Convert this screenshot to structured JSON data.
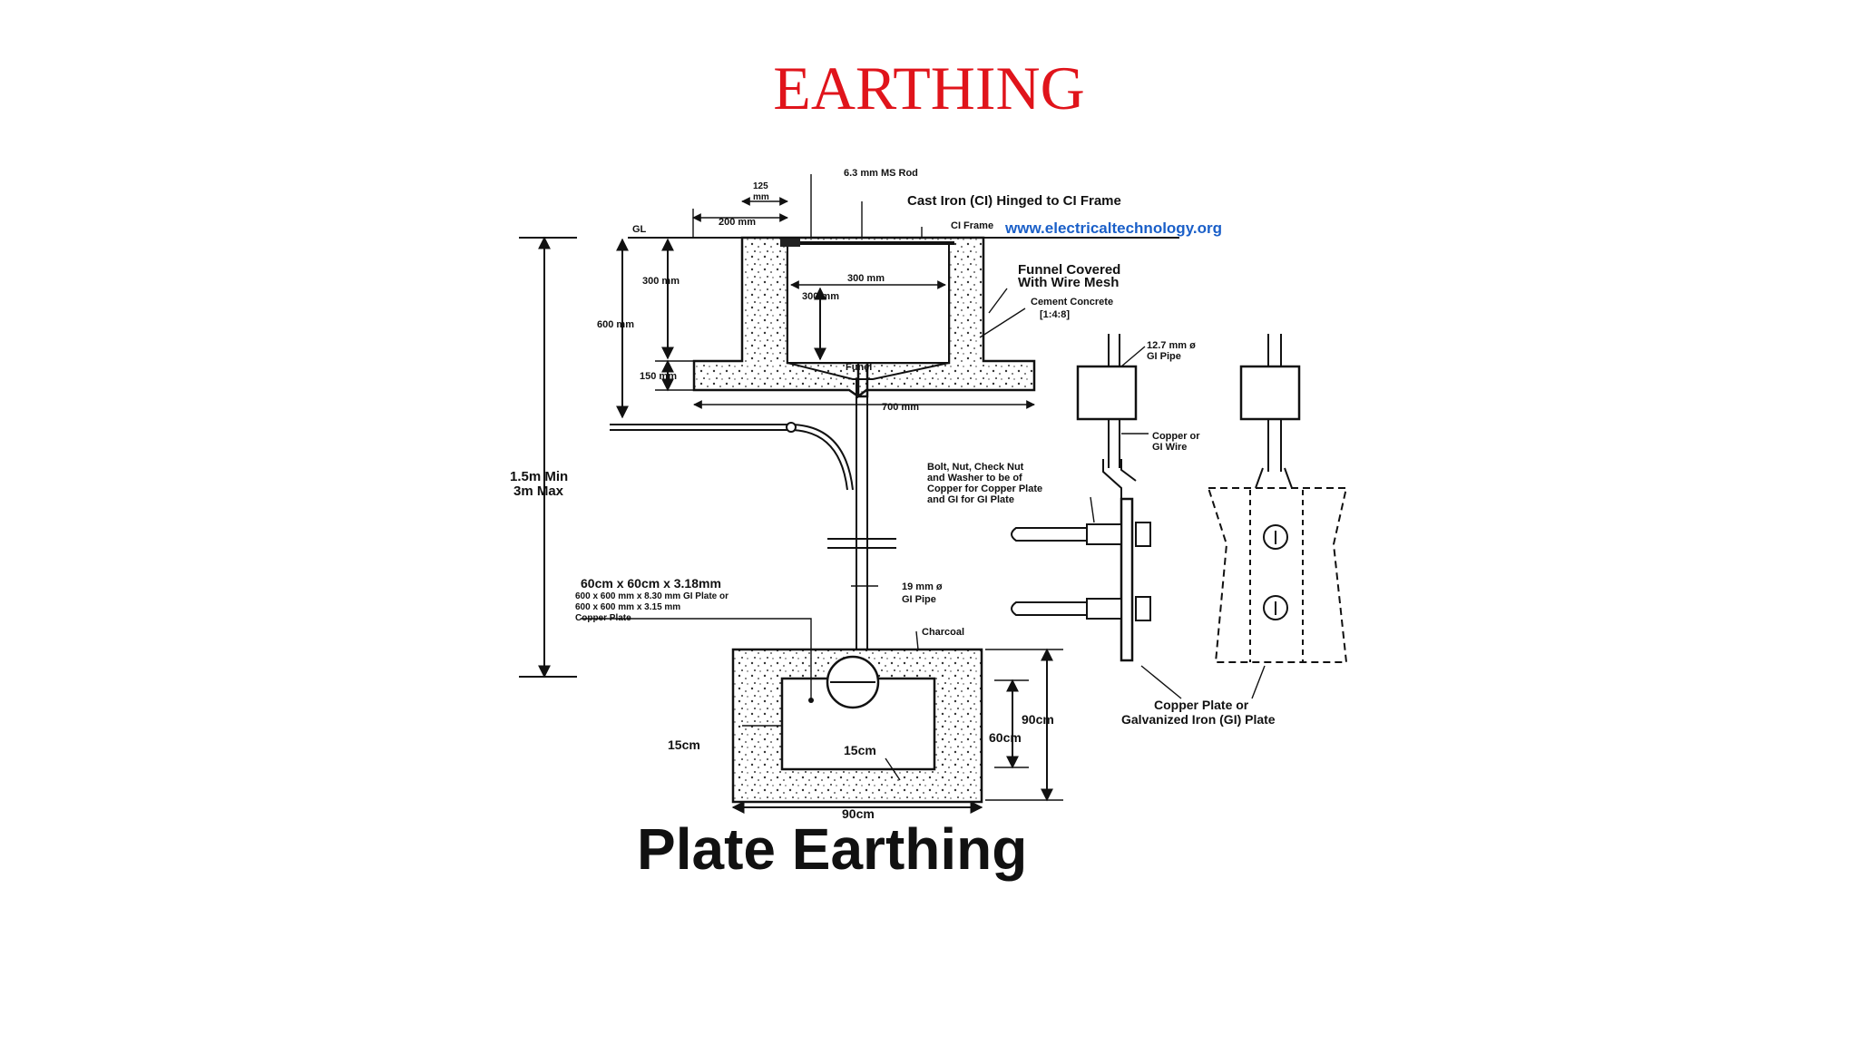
{
  "slide": {
    "title": "EARTHING",
    "title_color": "#e0141b"
  },
  "diagram": {
    "caption": "Plate Earthing",
    "url": "www.electricaltechnology.org",
    "url_color": "#1a5fc8",
    "labels": {
      "ms_rod": "6.3 mm MS Rod",
      "d125": "125",
      "d125_unit": "mm",
      "d200": "200 mm",
      "cast_iron": "Cast Iron (CI) Hinged to CI Frame",
      "ci_frame": "CI Frame",
      "gl": "GL",
      "funnel_cover_1": "Funnel Covered",
      "funnel_cover_2": "With Wire Mesh",
      "cement_1": "Cement Concrete",
      "cement_2": "[1:4:8]",
      "d300_top": "300 mm",
      "d300_inner": "300 mm",
      "d300_left": "300 mm",
      "d600": "600 mm",
      "d150": "150 mm",
      "funel": "Funel",
      "d700": "700 mm",
      "depth_1": "1.5m Min",
      "depth_2": "3m Max",
      "plate_1": "60cm x 60cm x 3.18mm",
      "plate_2": "600 x 600 mm x 8.30 mm GI Plate or",
      "plate_3": "600 x 600 mm x 3.15 mm",
      "plate_4": "Copper Plate",
      "gi_pipe19_1": "19 mm ø",
      "gi_pipe19_2": "GI Pipe",
      "charcoal": "Charcoal",
      "d15_left": "15cm",
      "d15_bottom": "15cm",
      "d90_right": "90cm",
      "d60_right": "60cm",
      "d90_bottom": "90cm",
      "gi_pipe12_1": "12.7 mm ø",
      "gi_pipe12_2": "GI Pipe",
      "copper_wire_1": "Copper or",
      "copper_wire_2": "GI Wire",
      "bolt_1": "Bolt, Nut, Check Nut",
      "bolt_2": "and Washer to be of",
      "bolt_3": "Copper for Copper Plate",
      "bolt_4": "and GI for GI Plate",
      "plate_type_1": "Copper Plate or",
      "plate_type_2": "Galvanized Iron (GI) Plate"
    }
  }
}
